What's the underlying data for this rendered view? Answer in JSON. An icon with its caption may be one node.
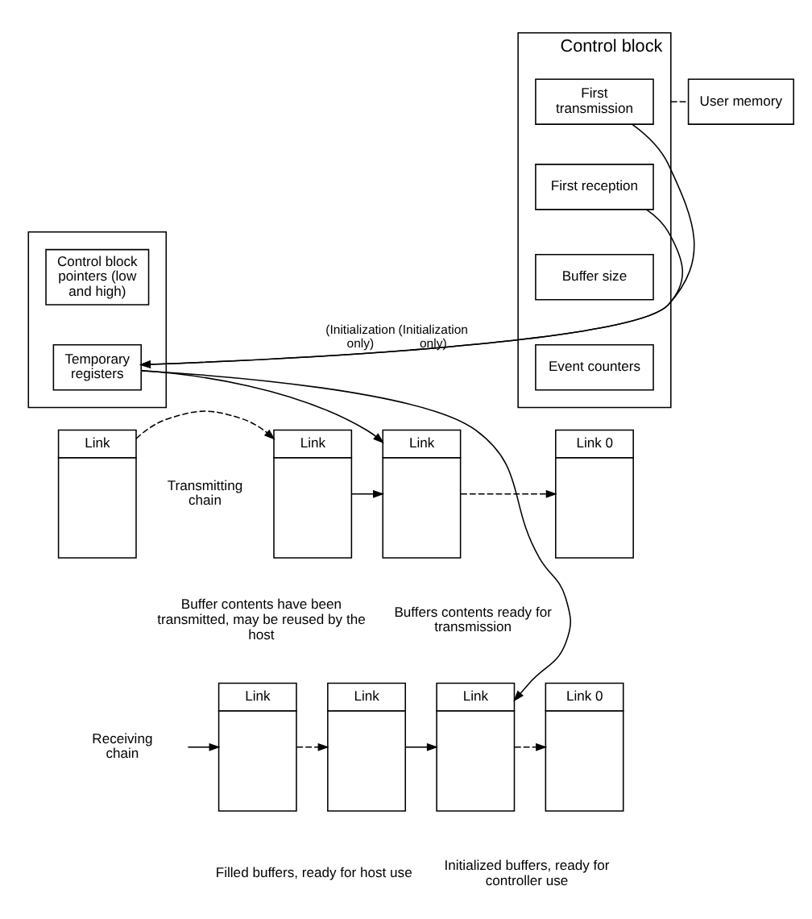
{
  "diagram": {
    "nodes": [
      {
        "text": [],
        "shape": "box"
      },
      {
        "text": [
          "Control block pointers (low and high)"
        ],
        "in": 0
      },
      {
        "text": [
          "Temporary registers"
        ],
        "in": 0
      },
      {
        "text": [
          "Control block"
        ]
      },
      {
        "text": [
          "First transmission"
        ],
        "in": 3
      },
      {
        "text": [
          "First reception"
        ],
        "in": 3
      },
      {
        "text": [
          "Buffer size"
        ],
        "in": 3
      },
      {
        "text": [
          "Event counters"
        ],
        "in": 3
      },
      {
        "text": [
          "User memory"
        ]
      },
      {
        "text": [
          "Link"
        ]
      },
      {
        "text": [
          "Link"
        ]
      },
      {
        "text": [
          "Link"
        ]
      },
      {
        "text": [
          "Link 0"
        ]
      },
      {
        "text": [
          "Link"
        ]
      },
      {
        "text": [
          "Link"
        ]
      },
      {
        "text": [
          "Link"
        ]
      },
      {
        "text": [
          "Link 0"
        ]
      }
    ],
    "edges": [
      {
        "from": 3,
        "to": 8,
        "arrow": "none",
        "style": "dashed"
      },
      {
        "from": 4,
        "to": 2,
        "arrow": "to",
        "label": "(Initialization only)"
      },
      {
        "from": 5,
        "to": 2,
        "arrow": "to",
        "label": "(Initialization only)"
      },
      {
        "from": 2,
        "to": 11,
        "arrow": "to"
      },
      {
        "from": 2,
        "to": 15,
        "arrow": "to"
      },
      {
        "from": 9,
        "to": 10,
        "arrow": "to",
        "style": "dashed"
      },
      {
        "from": 10,
        "to": 11,
        "arrow": "to"
      },
      {
        "from": 11,
        "to": 12,
        "arrow": "to",
        "style": "dashed"
      },
      {
        "from": null,
        "to": 13,
        "arrow": "to"
      },
      {
        "from": 13,
        "to": 14,
        "arrow": "to",
        "style": "dashed"
      },
      {
        "from": 14,
        "to": 15,
        "arrow": "to"
      },
      {
        "from": 15,
        "to": 16,
        "arrow": "to",
        "style": "dashed"
      }
    ],
    "labels": [
      "Transmitting chain",
      "Buffer contents have been transmitted, may be reused by the host",
      "Buffers contents ready for transmission",
      "Receiving chain",
      "Filled buffers, ready for host use",
      "Initialized buffers, ready for controller use"
    ]
  }
}
